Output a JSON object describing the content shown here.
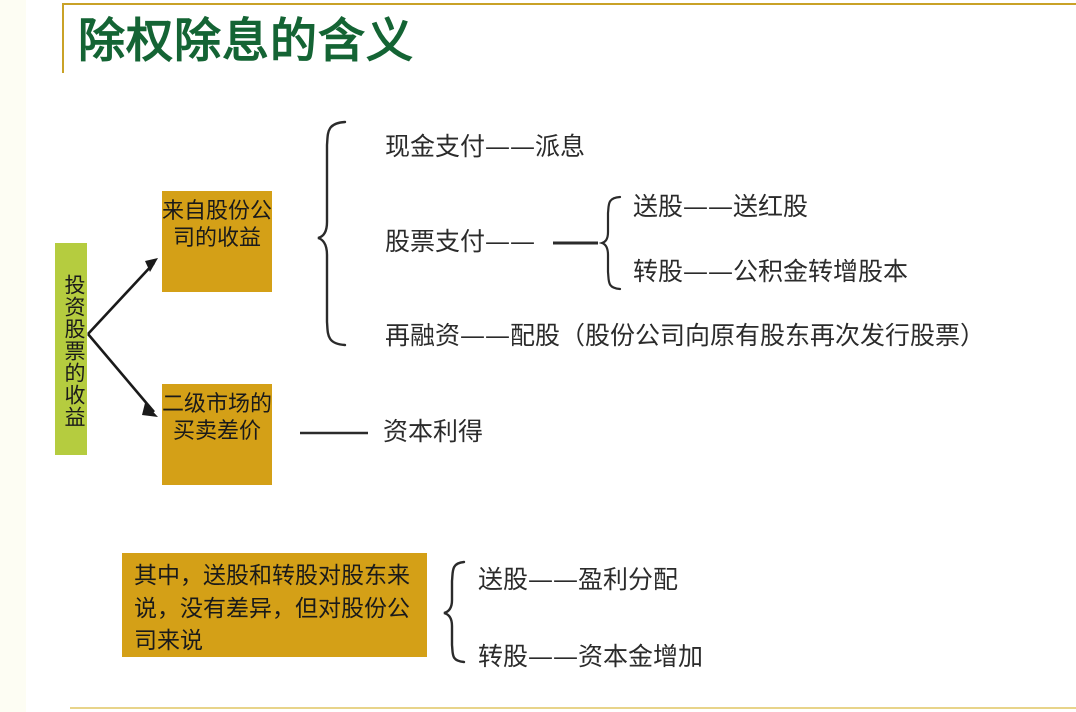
{
  "slide": {
    "title": "除权除息的含义",
    "title_color": "#146434",
    "accent_rule_color": "#c9a227",
    "background": "#ffffff"
  },
  "diagram": {
    "root_box": {
      "label": "投资股票的收益",
      "color": "#b5cc3f",
      "orientation": "vertical"
    },
    "branch_boxes": [
      {
        "label": "来自股份公司的收益",
        "color": "#d4a017"
      },
      {
        "label": "二级市场的买卖差价",
        "color": "#d4a017"
      }
    ],
    "company_income_items": [
      {
        "label": "现金支付——派息"
      },
      {
        "label": "股票支付——"
      },
      {
        "label": "再融资——配股（股份公司向原有股东再次发行股票）"
      }
    ],
    "stock_payment_subitems": [
      {
        "label": "送股——送红股"
      },
      {
        "label": "转股——公积金转增股本"
      }
    ],
    "secondary_market_item": {
      "label": "资本利得"
    },
    "note_box": {
      "label": "其中，送股和转股对股东来说，没有差异，但对股份公司来说",
      "color": "#d4a017"
    },
    "note_items": [
      {
        "label": "送股——盈利分配"
      },
      {
        "label": "转股——资本金增加"
      }
    ]
  }
}
